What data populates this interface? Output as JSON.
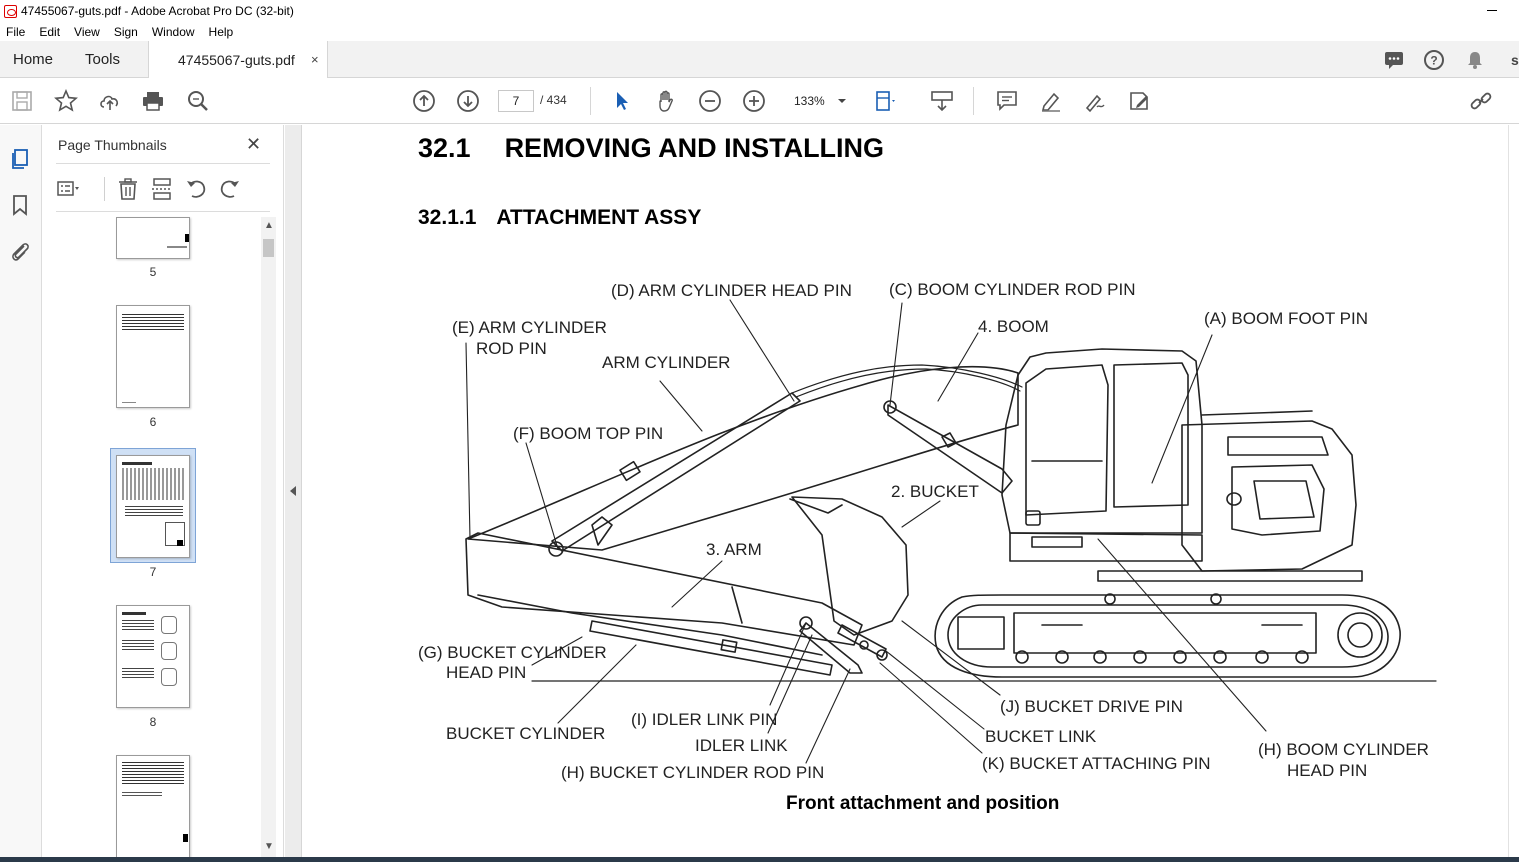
{
  "window": {
    "title": "47455067-guts.pdf - Adobe Acrobat Pro DC (32-bit)"
  },
  "menu": [
    "File",
    "Edit",
    "View",
    "Sign",
    "Window",
    "Help"
  ],
  "tabs": {
    "home": "Home",
    "tools": "Tools",
    "document": "47455067-guts.pdf",
    "close": "×"
  },
  "toolbar": {
    "page_current": "7",
    "page_total": "/ 434",
    "zoom": "133%"
  },
  "panel": {
    "title": "Page Thumbnails",
    "close": "✕",
    "pages": [
      "5",
      "6",
      "7",
      "8"
    ],
    "selected_page": "7"
  },
  "document": {
    "section_number": "32.1",
    "section_title": "REMOVING AND INSTALLING",
    "subsection_number": "32.1.1",
    "subsection_title": "ATTACHMENT ASSY",
    "caption": "Front attachment and position",
    "labels": {
      "d_arm_cyl_head_pin": "(D) ARM CYLINDER HEAD PIN",
      "c_boom_cyl_rod_pin": "(C) BOOM CYLINDER ROD PIN",
      "e_arm_cyl_rod_pin_1": "(E) ARM CYLINDER",
      "e_arm_cyl_rod_pin_2": "ROD PIN",
      "boom": "4. BOOM",
      "a_boom_foot_pin": "(A) BOOM FOOT PIN",
      "arm_cylinder": "ARM CYLINDER",
      "f_boom_top_pin": "(F) BOOM TOP PIN",
      "bucket": "2. BUCKET",
      "arm": "3. ARM",
      "g_bucket_cyl_head_pin_1": "(G) BUCKET CYLINDER",
      "g_bucket_cyl_head_pin_2": "HEAD PIN",
      "j_bucket_drive_pin": "(J) BUCKET DRIVE PIN",
      "bucket_cylinder": "BUCKET CYLINDER",
      "i_idler_link_pin": "(I) IDLER LINK PIN",
      "bucket_link": "BUCKET LINK",
      "idler_link": "IDLER LINK",
      "h_boom_cyl_head_pin_1": "(H) BOOM CYLINDER",
      "h_boom_cyl_head_pin_2": "HEAD PIN",
      "k_bucket_attaching_pin": "(K) BUCKET ATTACHING PIN",
      "h_bucket_cyl_rod_pin": "(H) BUCKET CYLINDER ROD PIN"
    }
  }
}
